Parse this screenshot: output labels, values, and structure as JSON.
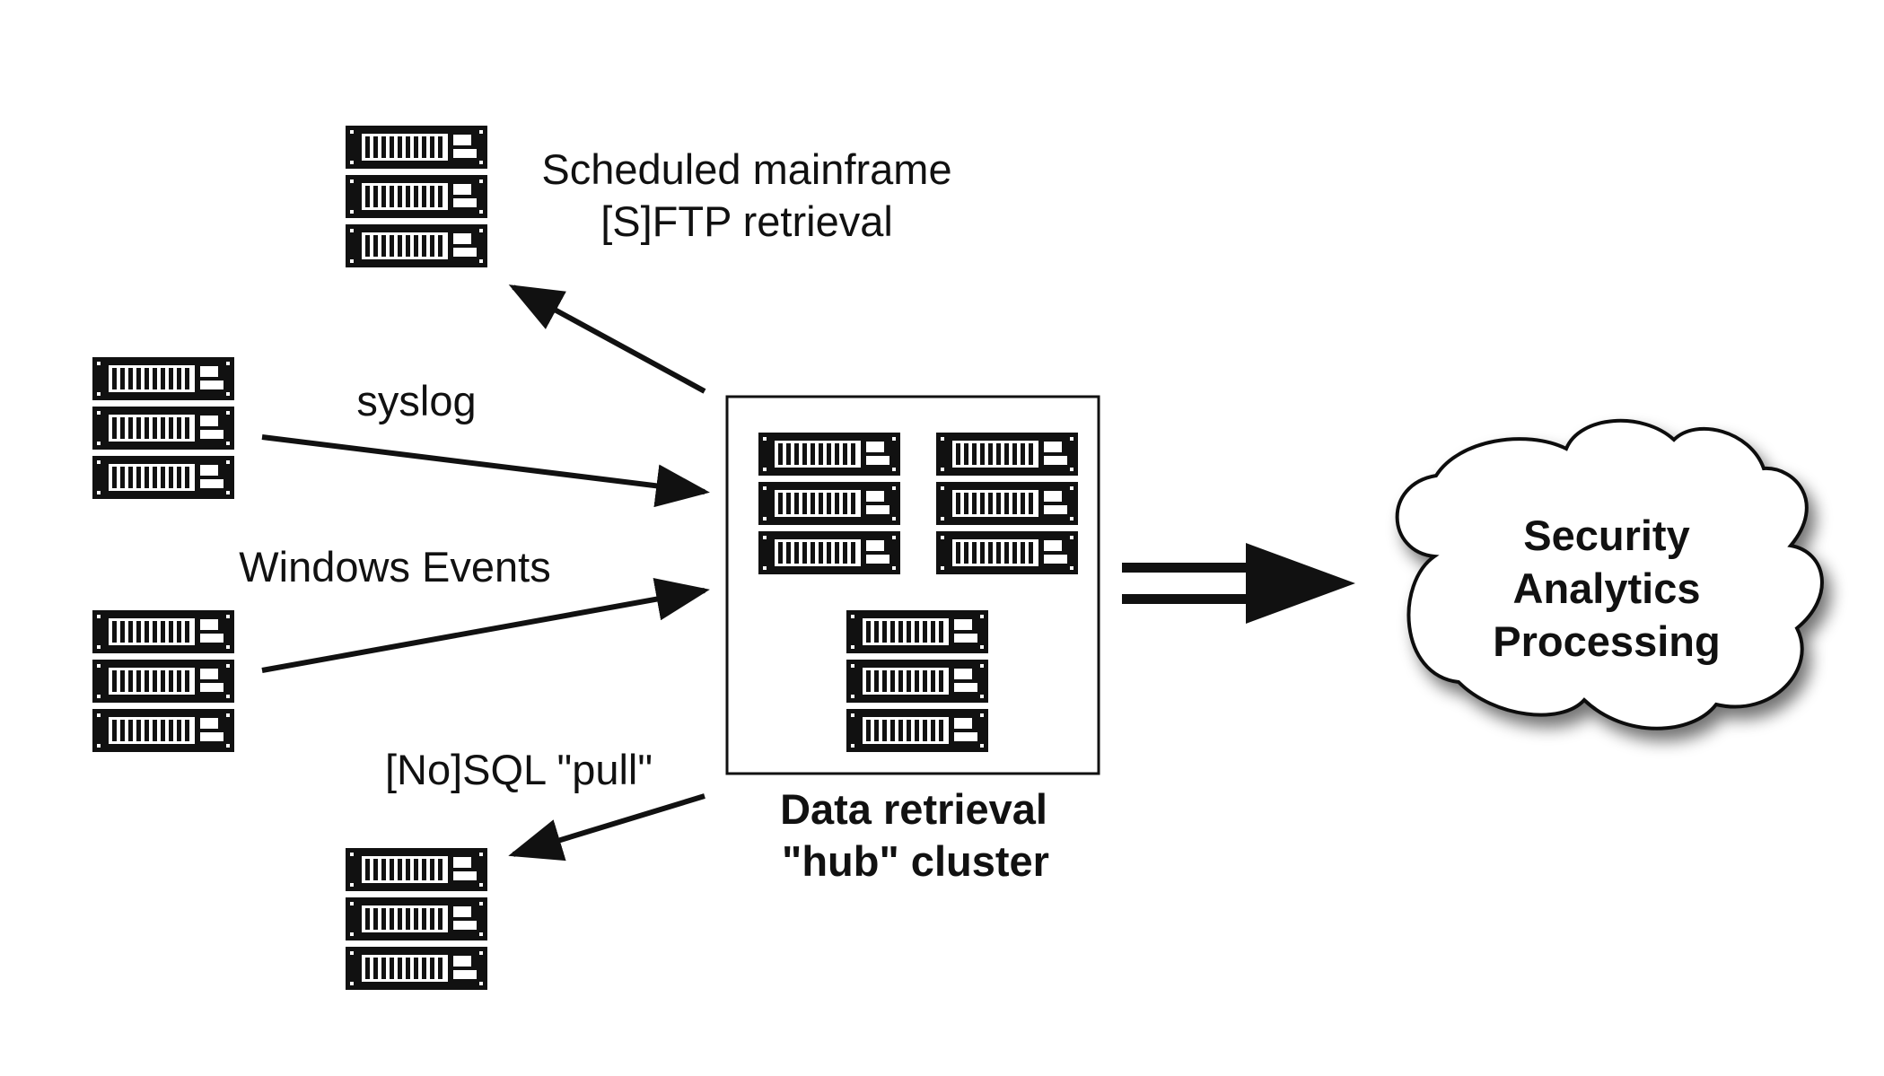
{
  "diagram": {
    "labels": {
      "mainframe_line1": "Scheduled mainframe",
      "mainframe_line2": "[S]FTP retrieval",
      "syslog": "syslog",
      "windows_events": "Windows Events",
      "nosql": "[No]SQL \"pull\"",
      "hub_line1": "Data retrieval",
      "hub_line2": "\"hub\" cluster",
      "cloud_line1": "Security",
      "cloud_line2": "Analytics",
      "cloud_line3": "Processing"
    },
    "icons": {
      "server": "server-rack-icon",
      "cloud": "cloud-shape"
    }
  }
}
